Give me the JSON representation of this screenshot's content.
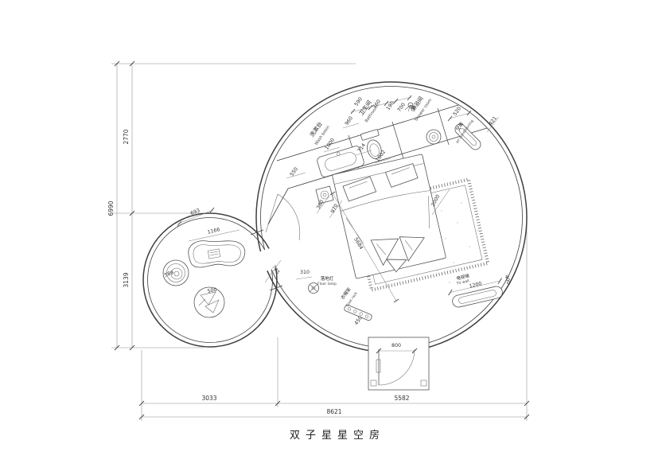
{
  "title": "双子星星空房",
  "labels": {
    "wash_basin": {
      "cn": "洗漱台",
      "en": "Wash basin"
    },
    "bathroom": {
      "cn": "卫生间",
      "en": "Bathroom"
    },
    "shower": {
      "cn": "淋浴间",
      "en": "Shower room"
    },
    "ac": {
      "cn": "空调",
      "en": "air conditioning"
    },
    "floor_lamp": {
      "cn": "落地灯",
      "en": "Floor lamp"
    },
    "coat_rack": {
      "cn": "衣帽架",
      "en": "Coat rack"
    },
    "tv_wall": {
      "cn": "电视墙",
      "en": "TV wall"
    }
  },
  "dims": {
    "overall_width": "8621",
    "bottom_left": "3033",
    "bottom_right": "5582",
    "overall_height": "6990",
    "left_top": "2770",
    "left_bottom": "3139",
    "top_chain": [
      "590",
      "760",
      "190",
      "700",
      "520"
    ],
    "right_edge": "421",
    "basin_zone": [
      "960",
      "714",
      "1000",
      "1002"
    ],
    "entry_gap": "550",
    "bed_side": [
      "360",
      "970"
    ],
    "bed_width": "2000",
    "room_diag": "5684",
    "pod_chain": [
      "693",
      "1166",
      "745"
    ],
    "pod_table": "589",
    "pod_pouf": "500",
    "lamp_offset": "310",
    "coat_rack_len": "450",
    "tv_len": "1200",
    "tv_depth": "400",
    "door_width": "800"
  },
  "colors": {
    "line": "#3f3f3f",
    "dim": "#8a8a8a",
    "text": "#333333"
  }
}
